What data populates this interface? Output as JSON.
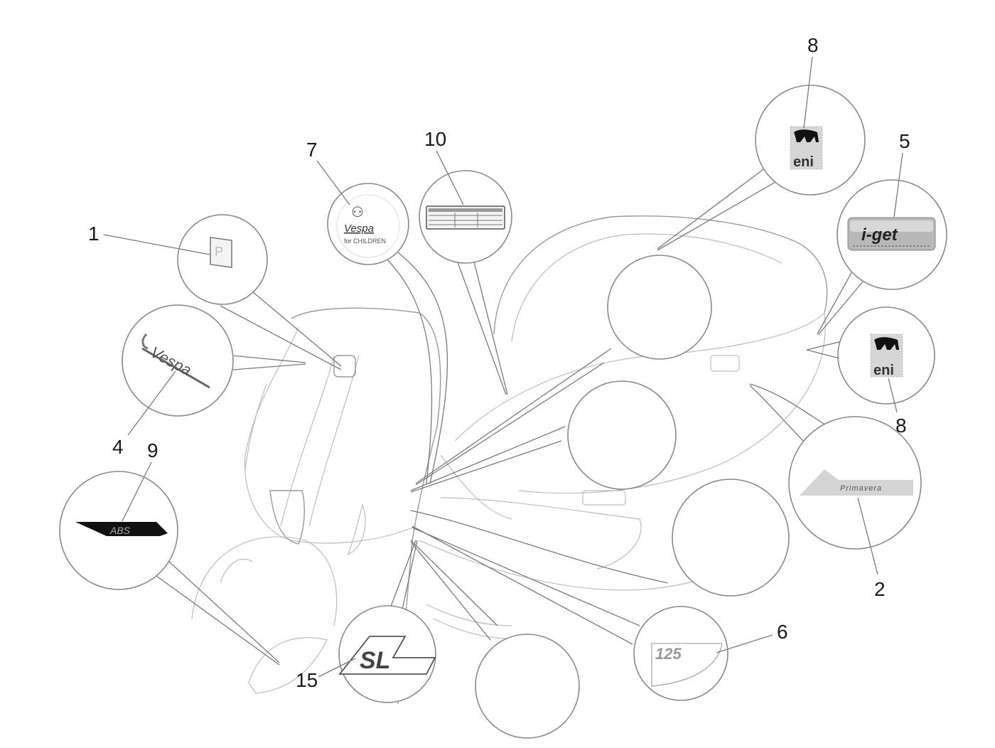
{
  "diagram": {
    "title": "Plates - Emblems (Vespa scooter decals)",
    "parts": [
      {
        "ref": "1",
        "name": "piaggio-plate",
        "decal_text": "P"
      },
      {
        "ref": "2",
        "name": "primavera-decal",
        "decal_text": "Primavera"
      },
      {
        "ref": "4",
        "name": "vespa-script-emblem",
        "decal_text": "Vespa"
      },
      {
        "ref": "5",
        "name": "i-get-badge",
        "decal_text": "i-get"
      },
      {
        "ref": "6",
        "name": "125-decal",
        "decal_text": "125"
      },
      {
        "ref": "7",
        "name": "vespa-for-children-decal",
        "decal_text": "Vespa",
        "decal_subtext": "for CHILDREN"
      },
      {
        "ref": "8",
        "name": "eni-decal-top",
        "decal_text": "eni"
      },
      {
        "ref": "8",
        "name": "eni-decal-side",
        "decal_text": "eni"
      },
      {
        "ref": "9",
        "name": "abs-decal",
        "decal_text": "ABS"
      },
      {
        "ref": "10",
        "name": "tyre-pressure-label",
        "decal_text": ""
      },
      {
        "ref": "15",
        "name": "sl-decal",
        "decal_text": "SL"
      }
    ],
    "labels": {
      "n1": "1",
      "n2": "2",
      "n4": "4",
      "n5": "5",
      "n6": "6",
      "n7": "7",
      "n8a": "8",
      "n8b": "8",
      "n9": "9",
      "n10": "10",
      "n15": "15"
    },
    "decals": {
      "eni": "eni",
      "iget": "i-get",
      "primavera": "Primavera",
      "abs": "ABS",
      "sl": "SL",
      "n125": "125",
      "vespa": "Vespa",
      "for_children": "for CHILDREN",
      "piaggio": "P"
    }
  }
}
